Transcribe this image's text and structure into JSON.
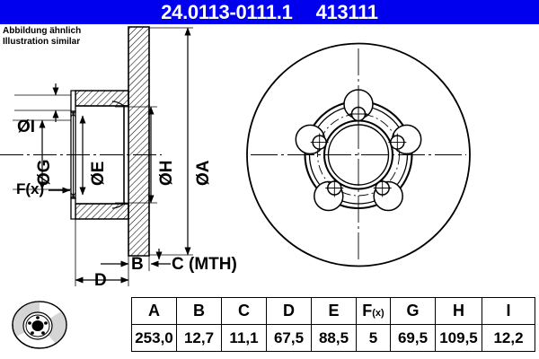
{
  "header": {
    "part_number": "24.0113-0111.1",
    "article_number": "413111",
    "background_color": "#0000ee",
    "text_color": "#ffffff"
  },
  "illustration_note": {
    "line_de": "Abbildung ähnlich",
    "line_en": "Illustration similar"
  },
  "drawing": {
    "section_view": {
      "labels": [
        {
          "key": "I",
          "text": "ØI"
        },
        {
          "key": "G",
          "text": "ØG"
        },
        {
          "key": "E",
          "text": "ØE"
        },
        {
          "key": "H",
          "text": "ØH"
        },
        {
          "key": "A",
          "text": "ØA"
        },
        {
          "key": "F",
          "text": "F(x)"
        },
        {
          "key": "B",
          "text": "B"
        },
        {
          "key": "C",
          "text": "C (MTH)"
        },
        {
          "key": "D",
          "text": "D"
        }
      ]
    },
    "front_view": {
      "bolt_hole_count": 5,
      "pocket_count": 5
    }
  },
  "table": {
    "headers": [
      "A",
      "B",
      "C",
      "D",
      "E",
      "F(x)",
      "G",
      "H",
      "I"
    ],
    "header_f_main": "F",
    "header_f_sub": "(x)",
    "values": [
      "253,0",
      "12,7",
      "11,1",
      "67,5",
      "88,5",
      "5",
      "69,5",
      "109,5",
      "12,2"
    ]
  },
  "thumbnail": {
    "alt": "brake-disc-photo"
  }
}
